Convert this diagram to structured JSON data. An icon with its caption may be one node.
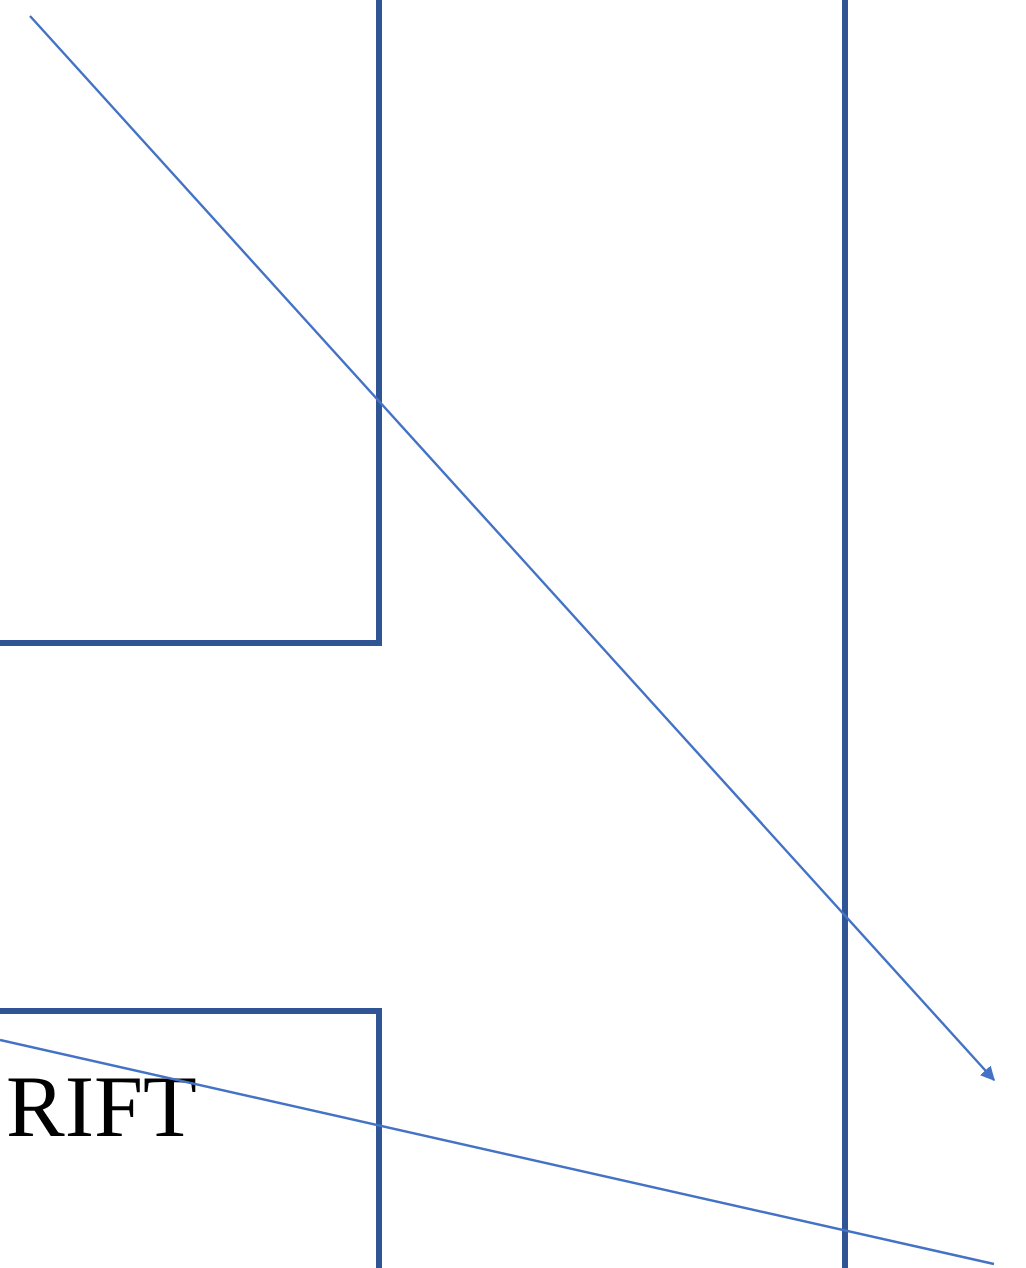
{
  "diagram": {
    "nodes": [
      {
        "text": [],
        "shape": "box"
      },
      {
        "text": [
          "RIFT"
        ]
      },
      {
        "text": [],
        "shape": "bar"
      }
    ],
    "edges": [
      {
        "from": 0,
        "to": null,
        "arrow": "to"
      },
      {
        "from": 1,
        "to": null,
        "arrow": "none"
      }
    ]
  }
}
